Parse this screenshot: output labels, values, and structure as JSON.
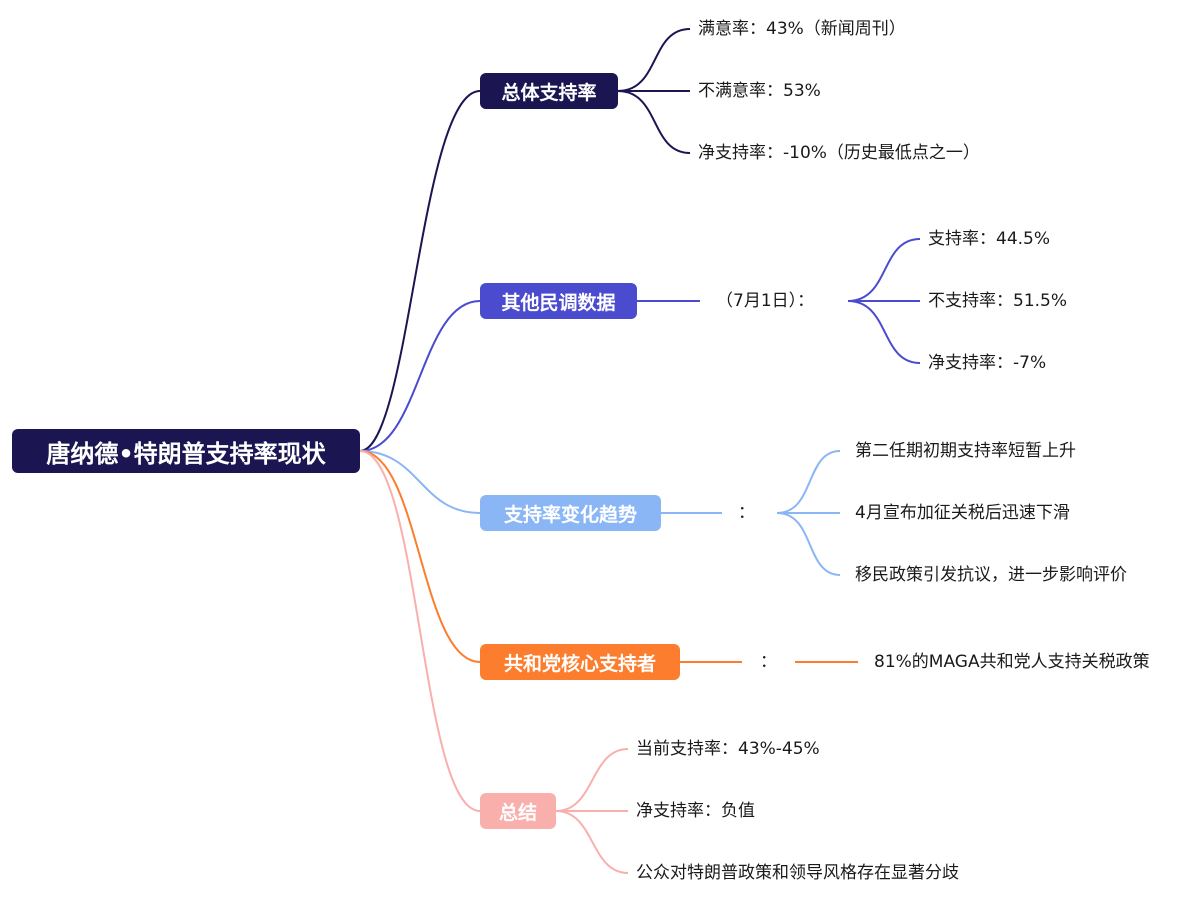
{
  "root": {
    "label": "唐纳德•特朗普支持率现状",
    "color": "#1b1652"
  },
  "branches": [
    {
      "label": "总体支持率",
      "color": "#1b1652",
      "leaves": [
        "满意率：43%（新闻周刊）",
        "不满意率：53%",
        "净支持率：-10%（历史最低点之一）"
      ]
    },
    {
      "label": "其他民调数据",
      "color": "#4a4bcf",
      "mid": "（7月1日）：",
      "leaves": [
        "支持率：44.5%",
        "不支持率：51.5%",
        "净支持率：-7%"
      ]
    },
    {
      "label": "支持率变化趋势",
      "color": "#8ab6f5",
      "mid": "：",
      "leaves": [
        "第二任期初期支持率短暂上升",
        "4月宣布加征关税后迅速下滑",
        "移民政策引发抗议，进一步影响评价"
      ]
    },
    {
      "label": "共和党核心支持者",
      "color": "#fb7d2d",
      "mid": "：",
      "leaves": [
        "81%的MAGA共和党人支持关税政策"
      ]
    },
    {
      "label": "总结",
      "color": "#f9b0ad",
      "leaves": [
        "当前支持率：43%-45%",
        "净支持率：负值",
        "公众对特朗普政策和领导风格存在显著分歧"
      ]
    }
  ]
}
